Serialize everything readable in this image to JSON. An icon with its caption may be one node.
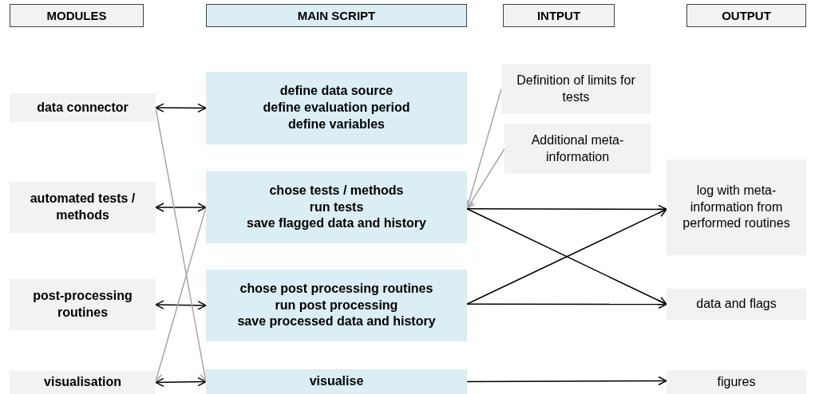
{
  "diagram": {
    "nodes": [
      {
        "text": [
          "MODULES"
        ]
      },
      {
        "text": [
          "MAIN SCRIPT"
        ]
      },
      {
        "text": [
          "INTPUT"
        ]
      },
      {
        "text": [
          "OUTPUT"
        ]
      },
      {
        "text": [
          "data connector"
        ]
      },
      {
        "text": [
          "automated tests / methods"
        ]
      },
      {
        "text": [
          "post-processing routines"
        ]
      },
      {
        "text": [
          "visualisation"
        ]
      },
      {
        "text": [
          "define data source",
          "define evaluation period",
          "define variables"
        ]
      },
      {
        "text": [
          "chose tests / methods",
          "run tests",
          "save flagged data and history"
        ]
      },
      {
        "text": [
          "chose post processing routines",
          "run post processing",
          "save processed data and history"
        ]
      },
      {
        "text": [
          "visualise"
        ]
      },
      {
        "text": [
          "Definition of limits for tests"
        ]
      },
      {
        "text": [
          "Additional meta-information"
        ]
      },
      {
        "text": [
          "log with meta-information from performed routines"
        ]
      },
      {
        "text": [
          "data and flags"
        ]
      },
      {
        "text": [
          "figures"
        ]
      }
    ],
    "edges": [
      {
        "from": 4,
        "to": 8,
        "arrow": "both"
      },
      {
        "from": 5,
        "to": 9,
        "arrow": "both"
      },
      {
        "from": 6,
        "to": 10,
        "arrow": "both"
      },
      {
        "from": 7,
        "to": 11,
        "arrow": "both"
      },
      {
        "from": 4,
        "to": 11,
        "arrow": "to",
        "color": "#a6a6a6"
      },
      {
        "from": 9,
        "to": 7,
        "arrow": "to",
        "color": "#a6a6a6"
      },
      {
        "from": 12,
        "to": 9,
        "arrow": "to",
        "color": "#a6a6a6"
      },
      {
        "from": 13,
        "to": 9,
        "arrow": "to",
        "color": "#a6a6a6"
      },
      {
        "from": 9,
        "to": 14,
        "arrow": "to"
      },
      {
        "from": 9,
        "to": 15,
        "arrow": "to"
      },
      {
        "from": 10,
        "to": 14,
        "arrow": "to"
      },
      {
        "from": 10,
        "to": 15,
        "arrow": "to"
      },
      {
        "from": 11,
        "to": 16,
        "arrow": "to"
      }
    ]
  }
}
